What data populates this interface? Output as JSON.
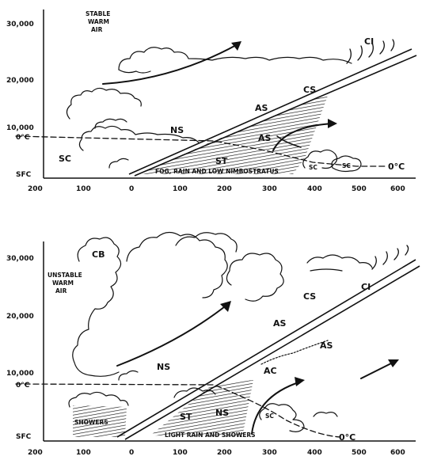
{
  "panel_top": {
    "y_ticks": [
      "30,000",
      "20,000",
      "10,000",
      "0°C",
      "SFC"
    ],
    "x_ticks": [
      "200",
      "100",
      "0",
      "100",
      "200",
      "300",
      "400",
      "500",
      "600"
    ],
    "air_label_1": "STABLE",
    "air_label_2": "WARM",
    "air_label_3": "AIR",
    "labels": {
      "ci": "CI",
      "cs": "CS",
      "as_upper": "AS",
      "as_lower": "AS",
      "ns": "NS",
      "st": "ST",
      "sc_left": "SC",
      "sc_mid": "SC",
      "sc_right": "SC"
    },
    "ground_text": "FOG, RAIN AND LOW NIMBOSTRATUS",
    "freezing_label": "0°C"
  },
  "panel_bottom": {
    "y_ticks": [
      "30,000",
      "20,000",
      "10,000",
      "0°C",
      "SFC"
    ],
    "x_ticks": [
      "200",
      "100",
      "0",
      "100",
      "200",
      "300",
      "400",
      "500",
      "600"
    ],
    "air_label_1": "UNSTABLE",
    "air_label_2": "WARM",
    "air_label_3": "AIR",
    "labels": {
      "cb": "CB",
      "ci": "CI",
      "cs": "CS",
      "as_upper": "AS",
      "as_lower": "AS",
      "ns": "NS",
      "ac": "AC",
      "st": "ST",
      "ns_lower": "NS",
      "sc": "SC"
    },
    "showers_text": "SHOWERS",
    "ground_text": "LIGHT RAIN AND SHOWERS",
    "freezing_label": "0°C"
  }
}
